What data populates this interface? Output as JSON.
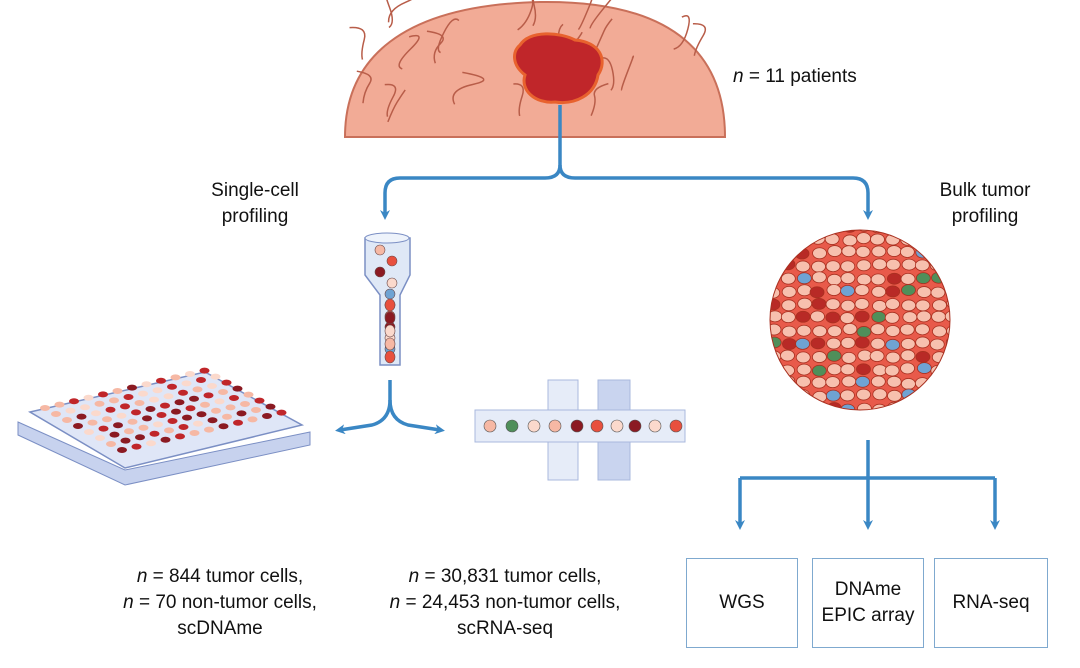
{
  "patients": {
    "n_symbol": "n",
    "text": "= 11 patients"
  },
  "single_cell": {
    "line1": "Single-cell",
    "line2": "profiling"
  },
  "bulk": {
    "line1": "Bulk tumor",
    "line2": "profiling"
  },
  "scdname": {
    "n1": "n",
    "l1": "= 844 tumor cells,",
    "n2": "n",
    "l2": "= 70 non-tumor cells,",
    "l3": "scDNAme"
  },
  "scrna": {
    "n1": "n",
    "l1": "= 30,831 tumor cells,",
    "n2": "n",
    "l2": "= 24,453 non-tumor cells,",
    "l3": "scRNA-seq"
  },
  "assays": [
    {
      "line1": "WGS"
    },
    {
      "line1": "DNAme",
      "line2": "EPIC array"
    },
    {
      "line1": "RNA-seq"
    }
  ],
  "colors": {
    "arrow": "#3a87c4",
    "brain": "#f2ab96",
    "tumor": "#c0262a",
    "cell_blue": "#6fa3d3",
    "cell_green": "#4f8f5a"
  }
}
